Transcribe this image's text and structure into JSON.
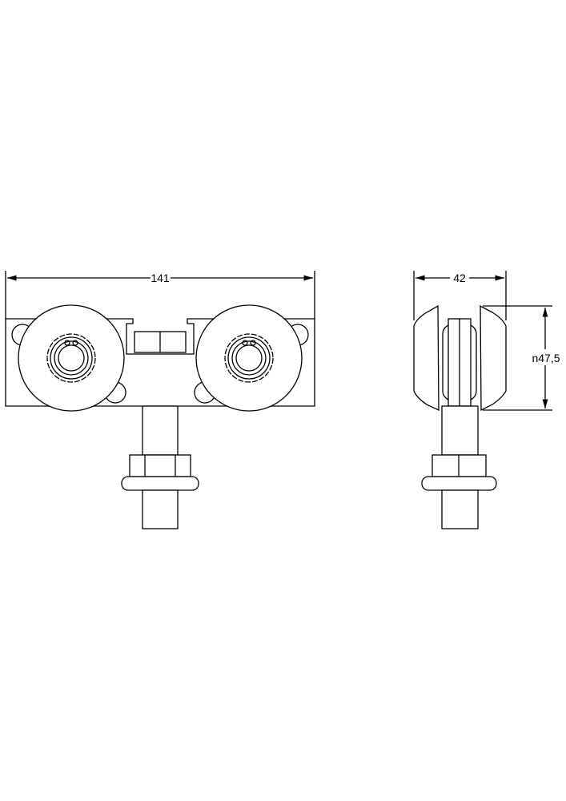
{
  "drawing": {
    "front_view": {
      "width_dimension": "141"
    },
    "side_view": {
      "width_dimension": "42",
      "wheel_diameter_dimension": "n47,5"
    },
    "line_color": "#000000",
    "background_color": "#ffffff"
  }
}
